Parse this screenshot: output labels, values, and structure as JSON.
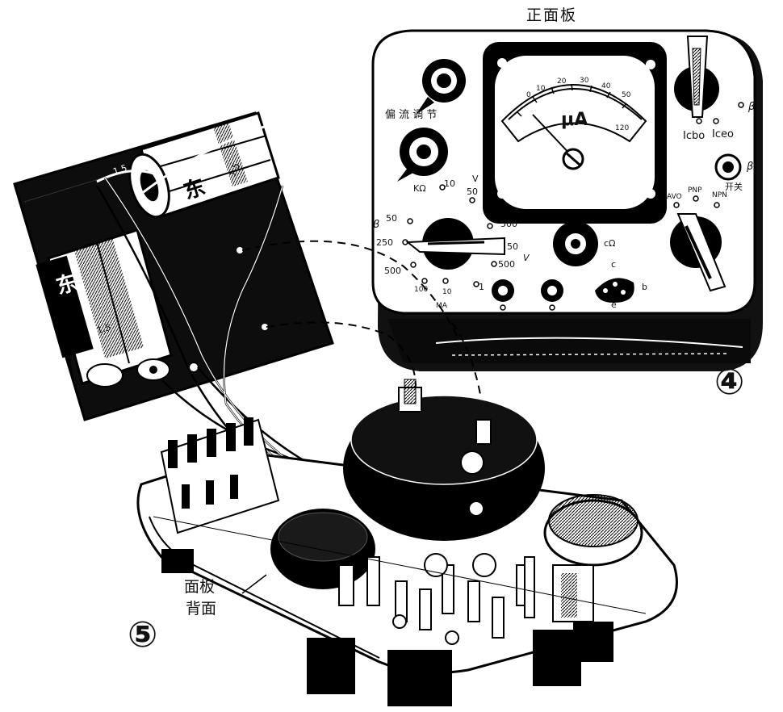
{
  "figure": {
    "title_front_panel": "正面板",
    "fig4_marker": "④",
    "fig5_marker": "⑤",
    "back_label_line1": "面板",
    "back_label_line2": "背面"
  },
  "panel_labels": {
    "bias_adjust": "偏 流 调 节",
    "kohm": "KΩ",
    "ten": "10",
    "v50": "V",
    "v50_den": "50",
    "beta_sym": "β",
    "r50": "50",
    "r250": "250",
    "r500": "500",
    "r500b": "500",
    "r50v": "50",
    "v500": "500",
    "v_unit": "V",
    "ma100": "100",
    "ma10": "10",
    "ma": "MA",
    "c_ohm": "cΩ",
    "c": "c",
    "b": "b",
    "e": "e",
    "one": "1",
    "icbo": "Icbo",
    "iceo": "Iceo",
    "beta_top": "β",
    "beta_right": "β",
    "switch_label": "开关",
    "avo": "AVO",
    "pnp": "PNP",
    "npn": "NPN",
    "meter_unit": "μA",
    "meter_ticks": [
      "0",
      "10",
      "20",
      "30",
      "40",
      "50"
    ],
    "meter_right": "120"
  },
  "battery_labels": {
    "brand1": "东",
    "brand2": "东",
    "v15a": "1.5",
    "v15b": "1.5",
    "v15c": "1.5"
  }
}
